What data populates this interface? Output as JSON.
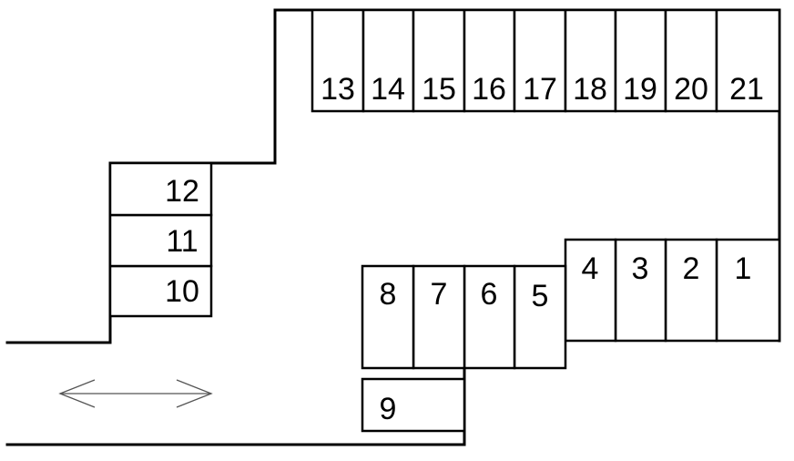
{
  "lot_map": {
    "spaces": [
      {
        "number": "1"
      },
      {
        "number": "2"
      },
      {
        "number": "3"
      },
      {
        "number": "4"
      },
      {
        "number": "5"
      },
      {
        "number": "6"
      },
      {
        "number": "7"
      },
      {
        "number": "8"
      },
      {
        "number": "9"
      },
      {
        "number": "10"
      },
      {
        "number": "11"
      },
      {
        "number": "12"
      },
      {
        "number": "13"
      },
      {
        "number": "14"
      },
      {
        "number": "15"
      },
      {
        "number": "16"
      },
      {
        "number": "17"
      },
      {
        "number": "18"
      },
      {
        "number": "19"
      },
      {
        "number": "20"
      },
      {
        "number": "21"
      }
    ],
    "colors": {
      "line": "#000000",
      "background": "#ffffff",
      "arrow": "#555555"
    },
    "icons": {
      "traffic": "double-headed-arrow-icon"
    }
  }
}
